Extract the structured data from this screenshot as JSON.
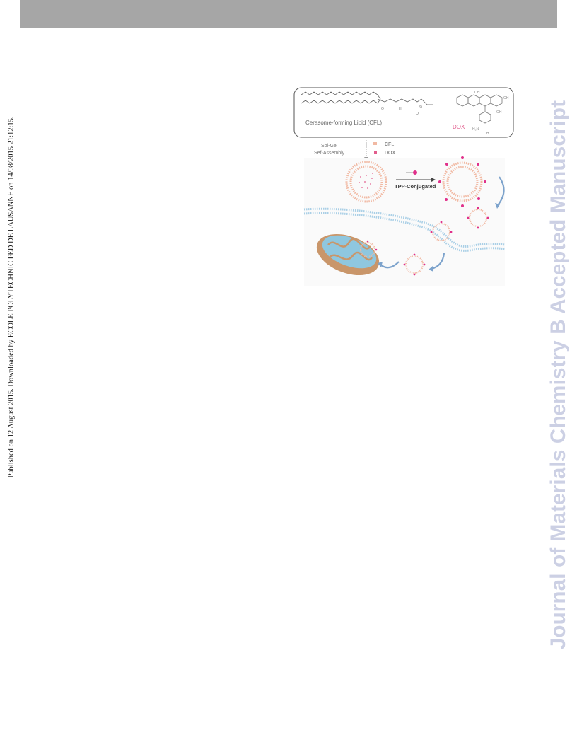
{
  "publication_note": "Published on 12 August 2015. Downloaded by ECOLE POLYTECHNIC FED DE LAUSANNE on 14/08/2015 21:12:15.",
  "watermark": "Journal of Materials Chemistry B Accepted Manuscript",
  "figure": {
    "lipid_label": "Cerasome-forming Lipid (CFL)",
    "drug_label": "DOX",
    "process_line1": "Sol-Gel",
    "process_line2": "Sef-Assembly",
    "legend_cfl": "CFL",
    "legend_dox": "DOX",
    "conjugation_label": "TPP-Conjugated",
    "colors": {
      "lipid": "#f1b9a3",
      "dox": "#e25d8d",
      "tpp": "#e0308a",
      "membrane": "#a9cfe6",
      "arrow": "#7da3cc",
      "mitochondria_outer": "#c9966a",
      "mitochondria_inner": "#8fc7df"
    }
  }
}
